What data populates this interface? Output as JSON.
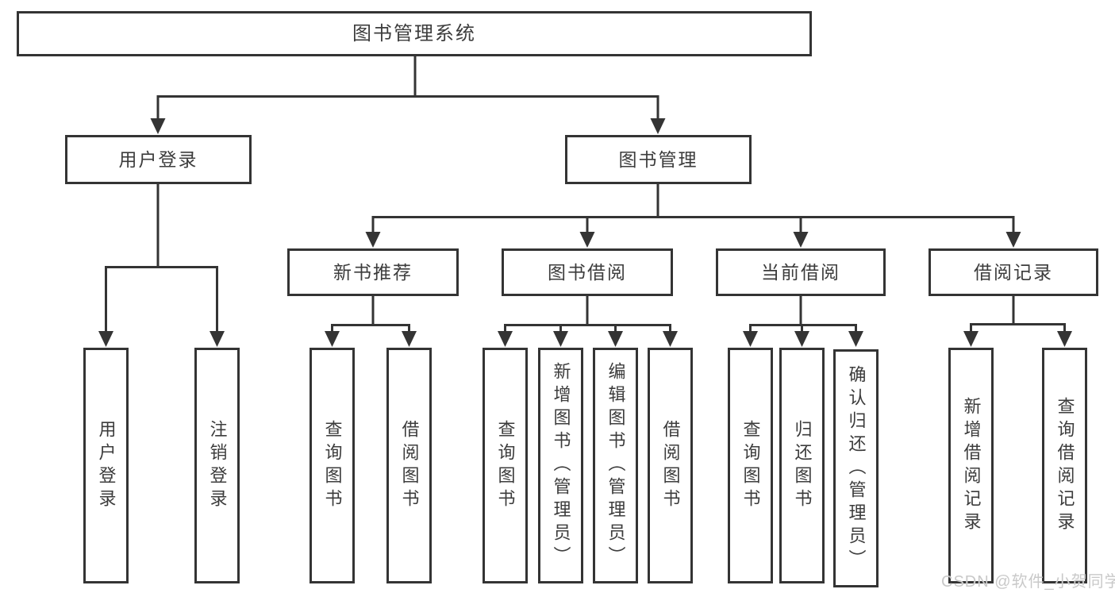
{
  "watermark": "CSDN @软件_小贺同学",
  "colors": {
    "line": "#343434",
    "text": "#3c3c3c",
    "watermark": "#c9c9c9",
    "background": "#ffffff"
  },
  "diagram": {
    "root": {
      "label": "图书管理系统"
    },
    "level2": [
      {
        "label": "用户登录"
      },
      {
        "label": "图书管理"
      }
    ],
    "level3": [
      {
        "label": "新书推荐"
      },
      {
        "label": "图书借阅"
      },
      {
        "label": "当前借阅"
      },
      {
        "label": "借阅记录"
      }
    ],
    "leaves": {
      "user_login": [
        "用户登录",
        "注销登录"
      ],
      "new_book": [
        "查询图书",
        "借阅图书"
      ],
      "book_borrow": [
        "查询图书",
        "新增图书（管理员）",
        "编辑图书（管理员）",
        "借阅图书"
      ],
      "current_borrow": [
        "查询图书",
        "归还图书",
        "确认归还（管理员）"
      ],
      "borrow_record": [
        "新增借阅记录",
        "查询借阅记录"
      ]
    }
  }
}
